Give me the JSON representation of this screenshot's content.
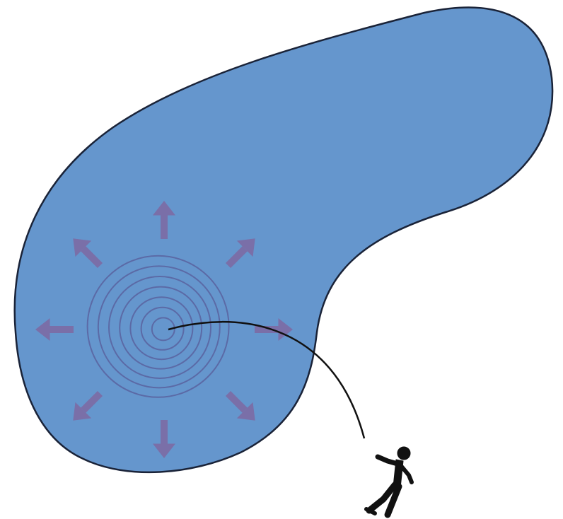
{
  "colors": {
    "background": "#ffffff",
    "blob_fill": "#6596cd",
    "blob_stroke": "#1a2338",
    "arrow": "#7a6fa8",
    "ripple": "#5a63a0",
    "tether": "#111111",
    "figure": "#111111"
  },
  "diagram": {
    "shapes": [
      "blob",
      "concentric-ripples",
      "radial-arrows",
      "tether-line",
      "person-silhouette"
    ],
    "ripple_rings": 7,
    "arrow_directions": [
      "up",
      "up-right",
      "right",
      "down-right",
      "down",
      "down-left",
      "left",
      "up-left"
    ],
    "icons": {
      "arrow": "arrow-icon",
      "figure": "person-icon"
    }
  }
}
